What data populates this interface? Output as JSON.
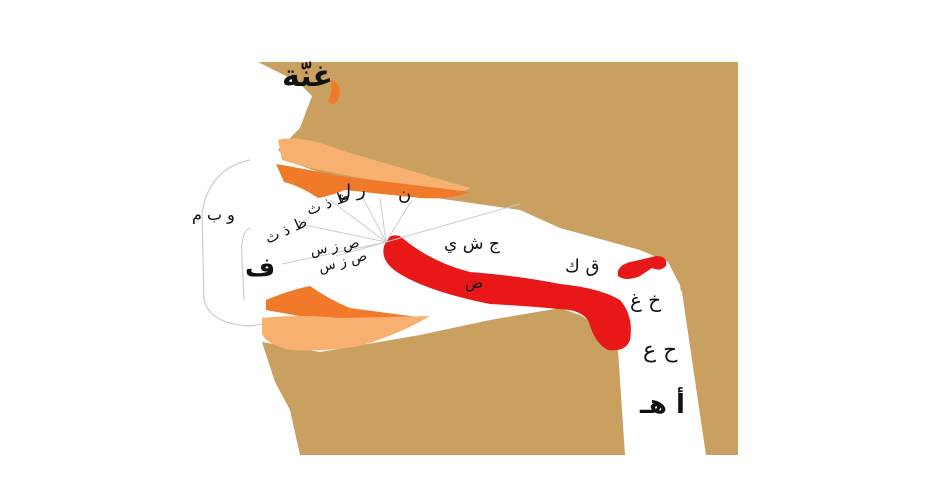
{
  "figure": {
    "colors": {
      "skin": "#c9a060",
      "lip_orange": "#f07a2a",
      "lip_light": "#f8b070",
      "tongue_red": "#e81818",
      "background": "#ffffff",
      "guide_line": "#cccccc"
    },
    "labels": {
      "nasal": "غنّة",
      "lips": "و ب م",
      "dental_upper": "ظ ذ ث",
      "lam": "ل",
      "ra": "ر",
      "nun": "ن",
      "dental_lower": "ظ ذ ث",
      "sibilant_1": "ص ز س",
      "sibilant_2": "ص ز س",
      "fa": "ف",
      "jim_shin_ya": "ج ش ي",
      "dad": "ض",
      "qaf_kaf": "ق ك",
      "khaa_ghain": "خ غ",
      "haa_ain": "ح ع",
      "hamza_ha": "أ هـ"
    }
  }
}
